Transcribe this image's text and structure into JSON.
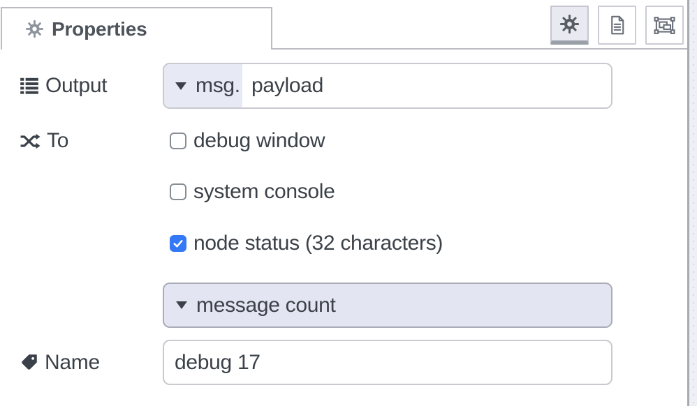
{
  "tab": {
    "label": "Properties",
    "icon": "gear-icon"
  },
  "toolbar": {
    "buttons": [
      {
        "name": "properties",
        "icon": "gear-icon",
        "selected": true
      },
      {
        "name": "description",
        "icon": "document-icon",
        "selected": false
      },
      {
        "name": "appearance",
        "icon": "object-group-icon",
        "selected": false
      }
    ]
  },
  "form": {
    "output": {
      "label": "Output",
      "icon": "list-icon",
      "typed_input": {
        "type_prefix": "msg.",
        "value": "payload"
      }
    },
    "to": {
      "label": "To",
      "icon": "shuffle-icon",
      "options": [
        {
          "label": "debug window",
          "checked": false
        },
        {
          "label": "system console",
          "checked": false
        },
        {
          "label": "node status (32 characters)",
          "checked": true
        }
      ]
    },
    "status": {
      "dropdown_value": "message count"
    },
    "name": {
      "label": "Name",
      "icon": "tag-icon",
      "value": "debug 17"
    }
  },
  "colors": {
    "accent_blue": "#3478f6",
    "lavender_fill": "#e7e9f4",
    "border_gray": "#c9cacf",
    "text_dark": "#3b4148",
    "tab_border": "#bbbcc1"
  }
}
